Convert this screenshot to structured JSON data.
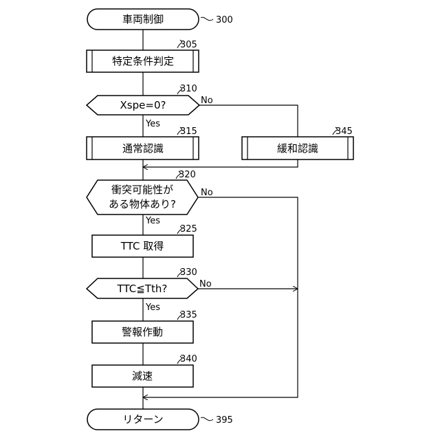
{
  "nodes": {
    "start": {
      "label": "車両制御",
      "ref": "300"
    },
    "judge": {
      "label": "特定条件判定",
      "ref": "305"
    },
    "decision_xspe": {
      "label": "Xspe=0?",
      "ref": "310",
      "yes": "Yes",
      "no": "No"
    },
    "normal_recog": {
      "label": "通常認識",
      "ref": "315"
    },
    "relaxed_recog": {
      "label": "緩和認識",
      "ref": "345"
    },
    "decision_object": {
      "label_line1": "衝突可能性が",
      "label_line2": "ある物体あり?",
      "ref": "320",
      "yes": "Yes",
      "no": "No"
    },
    "ttc_get": {
      "label": "TTC 取得",
      "ref": "325"
    },
    "decision_ttc": {
      "label": "TTC≦Tth?",
      "ref": "330",
      "yes": "Yes",
      "no": "No"
    },
    "alarm": {
      "label": "警報作動",
      "ref": "335"
    },
    "decel": {
      "label": "減速",
      "ref": "340"
    },
    "end": {
      "label": "リターン",
      "ref": "395"
    }
  }
}
